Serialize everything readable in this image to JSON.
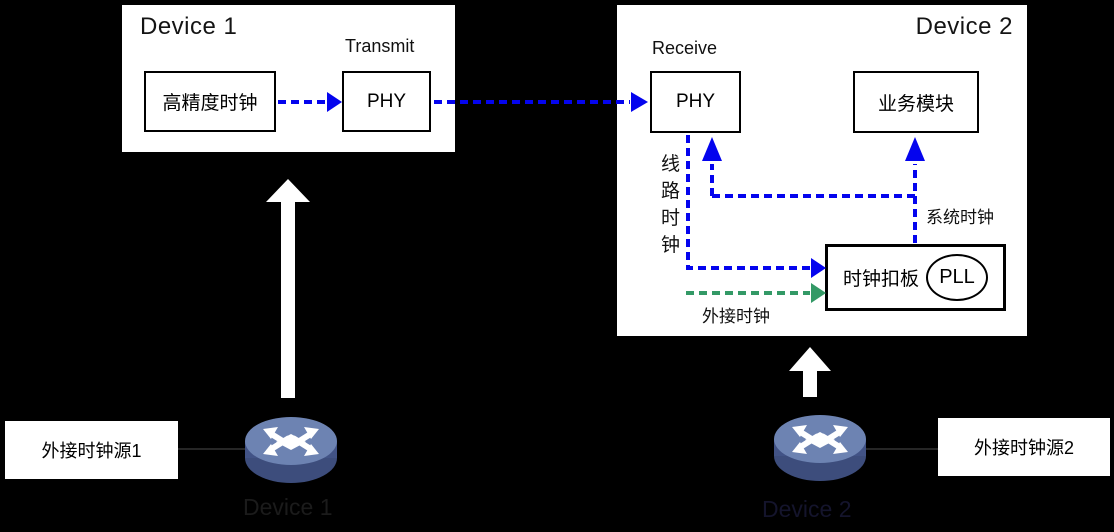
{
  "device1": {
    "title": "Device 1",
    "transmit_label": "Transmit",
    "clock_source_box": "高精度时钟",
    "phy_box": "PHY"
  },
  "device2": {
    "title": "Device 2",
    "receive_label": "Receive",
    "phy_box": "PHY",
    "service_module_box": "业务模块",
    "clock_board_box": "时钟扣板",
    "pll_label": "PLL",
    "line_clock_label": "线路时钟",
    "system_clock_label": "系统时钟",
    "external_clock_label": "外接时钟"
  },
  "external_sources": {
    "source1_label": "外接时钟源1",
    "source2_label": "外接时钟源2",
    "device1_caption": "Device 1",
    "device2_caption": "Device 2"
  },
  "colors": {
    "background": "#000000",
    "panel_white": "#FFFFFF",
    "signal_clock_blue": "#0404EE",
    "external_clock_green": "#339966",
    "router_top": "#6D83B2",
    "router_side": "#425386"
  }
}
